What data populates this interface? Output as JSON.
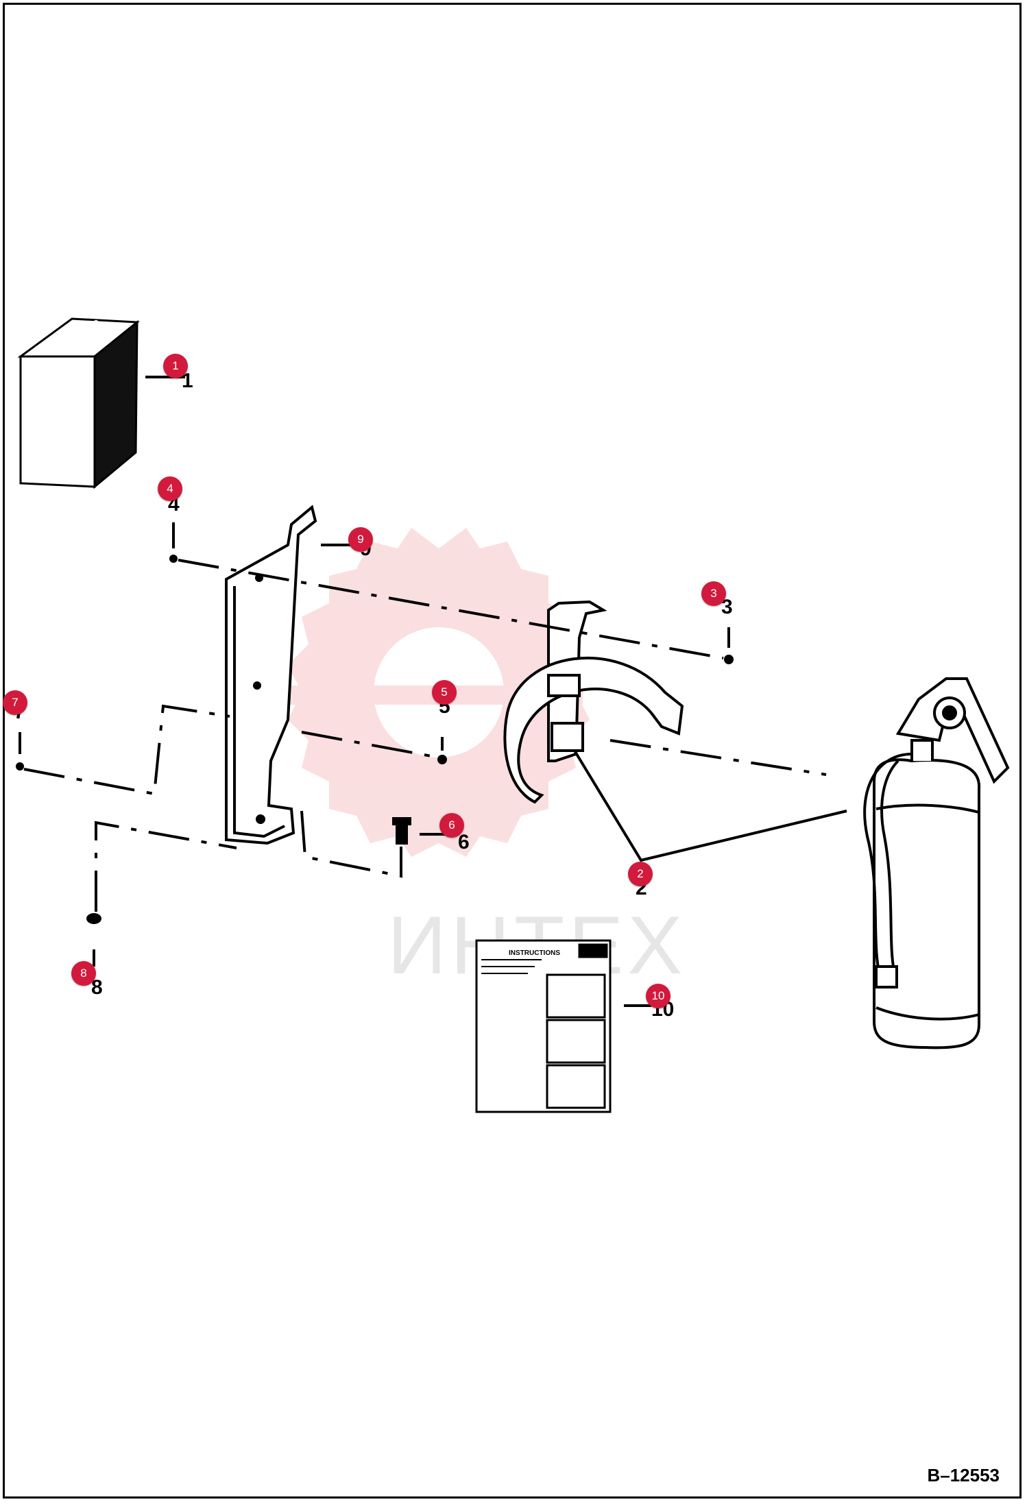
{
  "colors": {
    "hotspot": "#d11a3c",
    "watermark": "#f6c4c8",
    "ink": "#000000"
  },
  "watermark": {
    "text": "ИНТЕХ"
  },
  "drawing_number": "B–12553",
  "instruction_card": {
    "heading": "INSTRUCTIONS"
  },
  "callouts": [
    {
      "id": "1",
      "label": "1"
    },
    {
      "id": "2",
      "label": "2"
    },
    {
      "id": "3",
      "label": "3"
    },
    {
      "id": "4",
      "label": "4"
    },
    {
      "id": "5",
      "label": "5"
    },
    {
      "id": "6",
      "label": "6"
    },
    {
      "id": "7",
      "label": "7"
    },
    {
      "id": "8",
      "label": "8"
    },
    {
      "id": "9",
      "label": "9"
    },
    {
      "id": "10",
      "label": "10"
    }
  ]
}
